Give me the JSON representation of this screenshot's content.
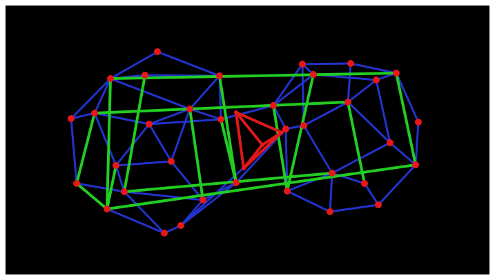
{
  "viewer": {
    "background_color": "#000000",
    "frame_color": "#ffffff",
    "colors": {
      "edge_blue": "#2233cc",
      "edge_green": "#22cc22",
      "edge_red": "#e01818",
      "vertex_red": "#e81818"
    },
    "model": {
      "components": [
        "left-polyhedron",
        "right-polyhedron",
        "green-prism-frame",
        "red-tetrahedron"
      ]
    }
  }
}
